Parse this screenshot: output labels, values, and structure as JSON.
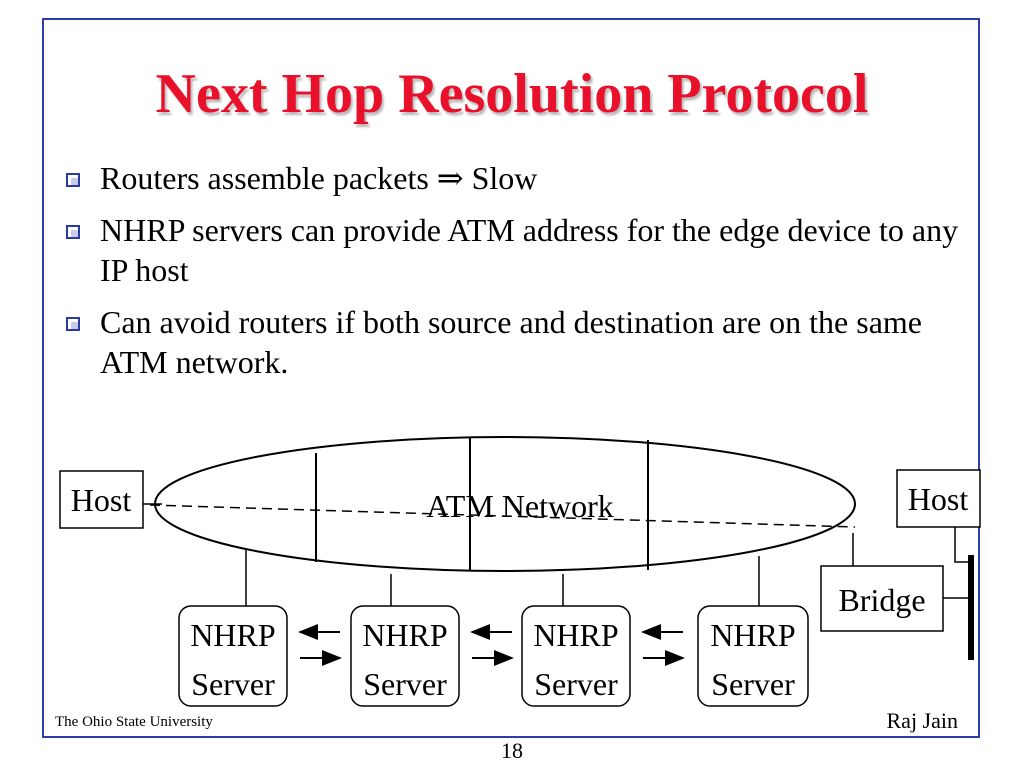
{
  "slide": {
    "title": "Next Hop Resolution Protocol",
    "bullets": [
      "Routers assemble packets ⇒ Slow",
      "NHRP servers can provide ATM address for the edge device to any IP host",
      "Can avoid routers if both source and destination are on the same ATM network."
    ]
  },
  "diagram": {
    "network_label": "ATM Network",
    "host_left": "Host",
    "host_right": "Host",
    "bridge": "Bridge",
    "servers": [
      {
        "line1": "NHRP",
        "line2": "Server"
      },
      {
        "line1": "NHRP",
        "line2": "Server"
      },
      {
        "line1": "NHRP",
        "line2": "Server"
      },
      {
        "line1": "NHRP",
        "line2": "Server"
      }
    ]
  },
  "footer": {
    "institution": "The Ohio State University",
    "author": "Raj Jain",
    "page": "18"
  },
  "colors": {
    "title": "#e8102a",
    "frame": "#2e3da8"
  }
}
